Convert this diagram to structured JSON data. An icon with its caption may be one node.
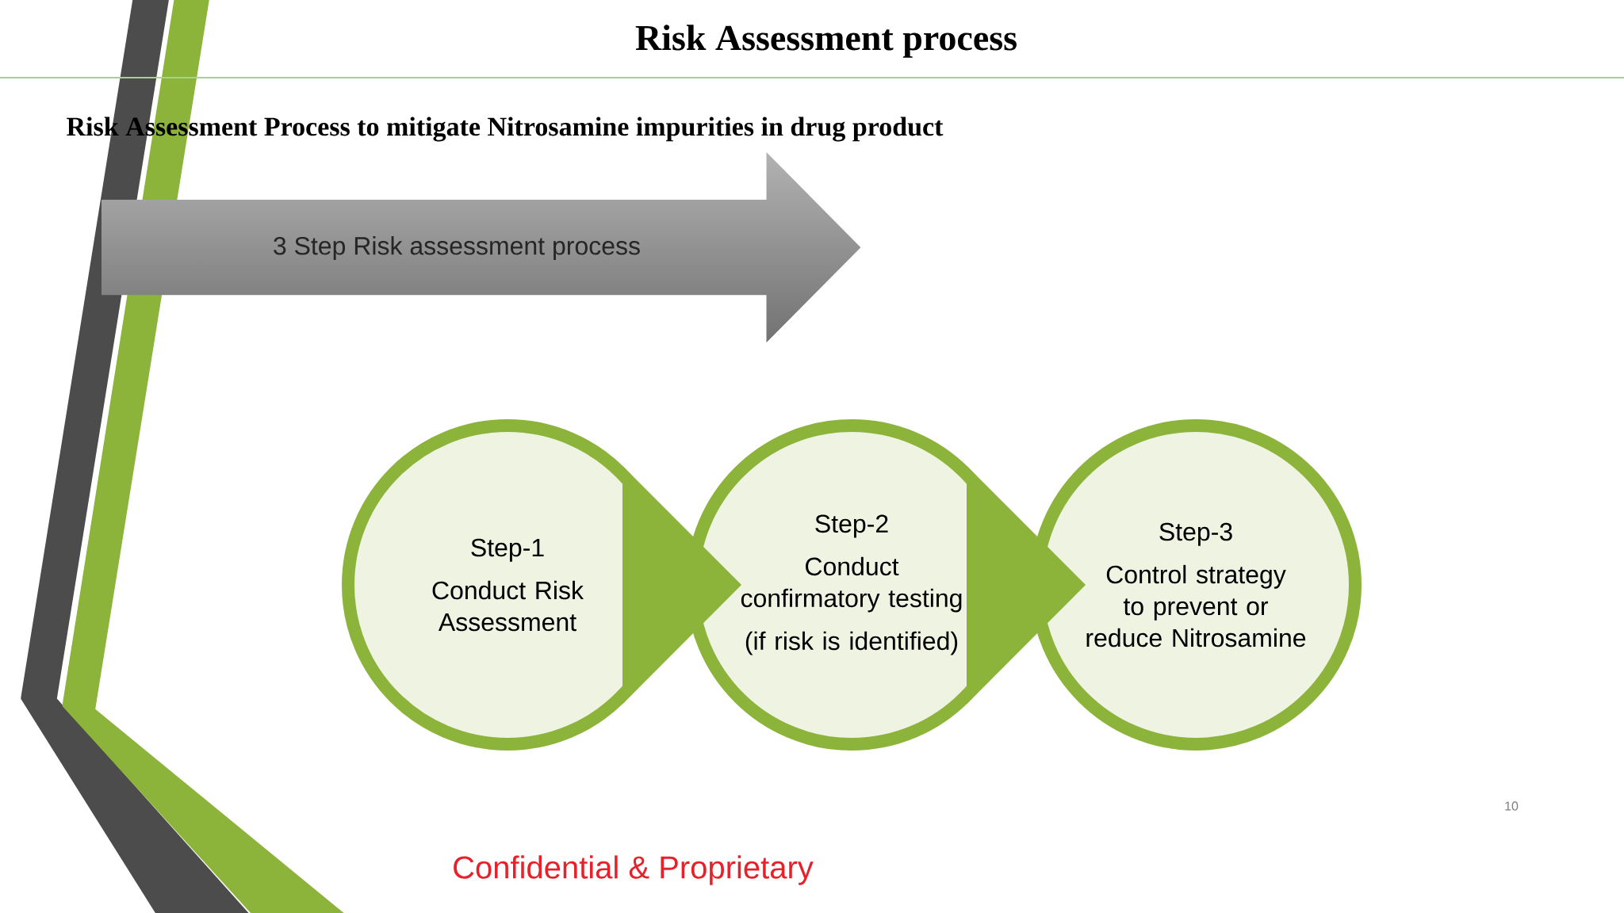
{
  "diagram": {
    "title": "Risk Assessment process",
    "nodes": [
      {
        "text": [
          "3 Step Risk assessment process"
        ]
      },
      {
        "text": [
          "Step-1",
          "Conduct Risk Assessment"
        ]
      },
      {
        "text": [
          "Step-2",
          "Conduct confirmatory testing",
          "(if risk is identified)"
        ]
      },
      {
        "text": [
          "Step-3",
          "Control strategy to prevent or reduce Nitrosamine"
        ]
      }
    ],
    "edges": [
      {
        "from": 1,
        "to": 2,
        "arrow": "to"
      },
      {
        "from": 2,
        "to": 3,
        "arrow": "to"
      }
    ],
    "labels": [
      "Risk Assessment Process to mitigate Nitrosamine impurities in drug product",
      "10",
      "Confidential & Proprietary"
    ]
  }
}
